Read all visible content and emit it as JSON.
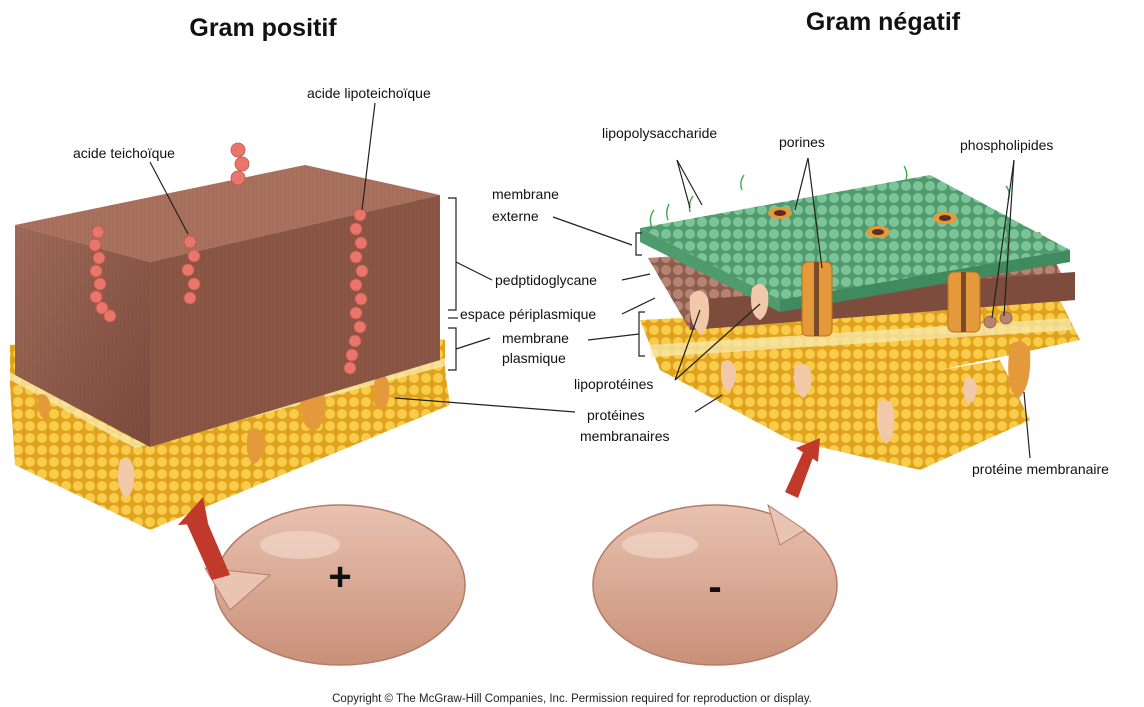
{
  "titles": {
    "gram_positive": "Gram positif",
    "gram_negative": "Gram négatif"
  },
  "labels": {
    "acide_teichoique": "acide teichoïque",
    "acide_lipoteichoique": "acide lipoteichoïque",
    "membrane_externe_1": "membrane",
    "membrane_externe_2": "externe",
    "peptidoglycane": "pedptidoglycane",
    "espace_periplasmique": "espace périplasmique",
    "membrane_plasmique_1": "membrane",
    "membrane_plasmique_2": "plasmique",
    "lipopolysaccharide": "lipopolysaccharide",
    "porines": "porines",
    "phospholipides": "phospholipides",
    "lipoproteines": "lipoprotéines",
    "proteines_membranaires_1": "protéines",
    "proteines_membranaires_2": "membranaires",
    "proteine_membranaire": "protéine membranaire"
  },
  "signs": {
    "positive": "+",
    "negative": "-"
  },
  "copyright": "Copyright © The McGraw-Hill Companies, Inc. Permission required for reproduction or display.",
  "colors": {
    "peptidoglycan_front": "#8b5a4a",
    "peptidoglycan_top": "#b07a66",
    "lipid_heads": "#f2bd3a",
    "teichoic_beads": "#e8766a",
    "outer_membrane": "#6fb58a",
    "membrane_protein": "#e49a3a",
    "cell": "#d9a58e",
    "arrow": "#c0392b"
  }
}
